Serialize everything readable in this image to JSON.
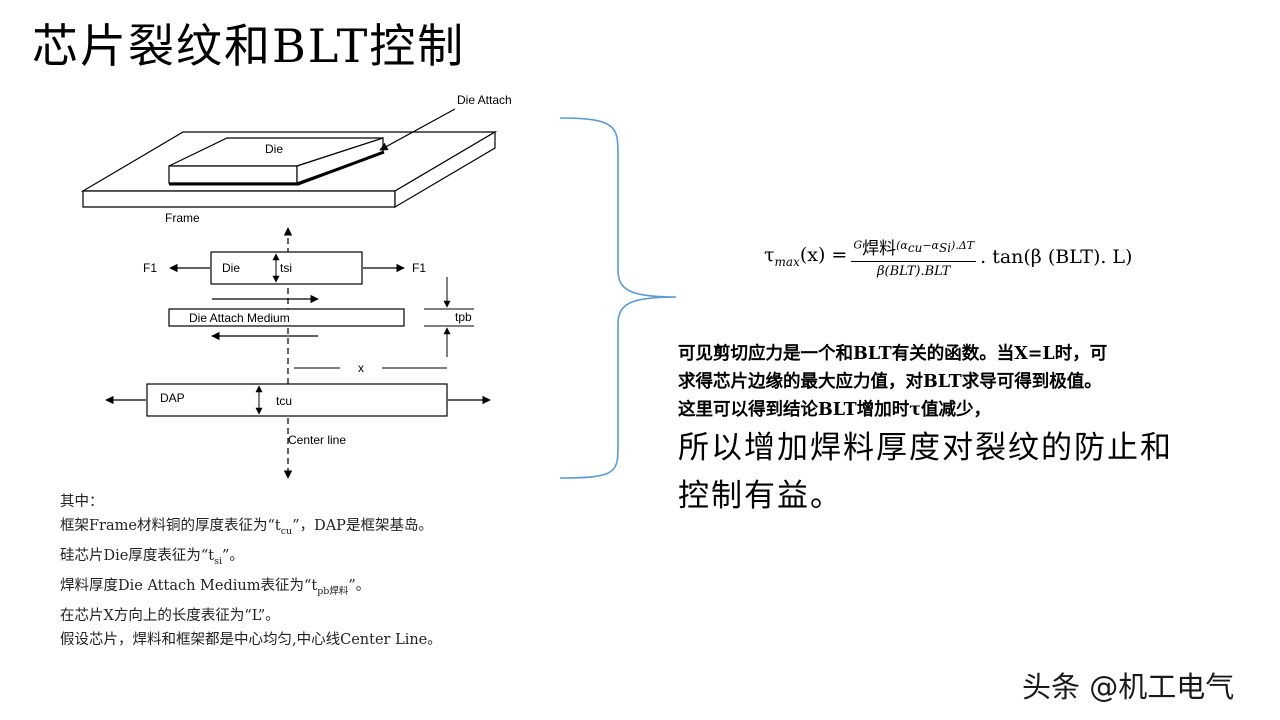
{
  "slide": {
    "title": "芯片裂纹和BLT控制"
  },
  "diagram": {
    "die_attach": "Die Attach",
    "die_top": "Die",
    "frame": "Frame",
    "f1_left": "F1",
    "f1_right": "F1",
    "die_section": "Die",
    "tsi": "tsi",
    "die_attach_medium": "Die Attach Medium",
    "tpb": "tpb",
    "x": "x",
    "dap": "DAP",
    "tcu": "tcu",
    "center_line": "Center line"
  },
  "formula": {
    "lhs": "τ",
    "lhs_sub": "max",
    "lhs_arg": "(x) =",
    "num_g": "G",
    "num_cn": "焊料",
    "num_sup": "(α",
    "num_sub1": "cu",
    "num_mid": "−α",
    "num_sub2": "Si",
    "num_end": ").ΔT",
    "den": "β(BLT).BLT",
    "tail": ". tan(β (BLT). L)"
  },
  "explanation": {
    "line1": "可见剪切应力是一个和BLT有关的函数。当X=L时，可",
    "line2": "求得芯片边缘的最大应力值，对BLT求导可得到极值。",
    "line3": "这里可以得到结论BLT增加时τ值减少，",
    "conclusion_1": "所以增加焊料厚度对裂纹的防止和",
    "conclusion_2": "控制有益。"
  },
  "notes": {
    "l1": "其中：",
    "l2_pre": "框架Frame材料铜的厚度表征为“t",
    "l2_sub": "cu",
    "l2_post": "”，DAP是框架基岛。",
    "l3_pre": "硅芯片Die厚度表征为“t",
    "l3_sub": "si",
    "l3_post": "”。",
    "l4_pre": "焊料厚度Die Attach Medium表征为“t",
    "l4_sub": "pb焊料",
    "l4_post": "”。",
    "l5": "在芯片X方向上的长度表征为“L”。",
    "l6": "假设芯片，焊料和框架都是中心均匀,中心线Center Line。"
  },
  "watermark": "头条 @机工电气"
}
